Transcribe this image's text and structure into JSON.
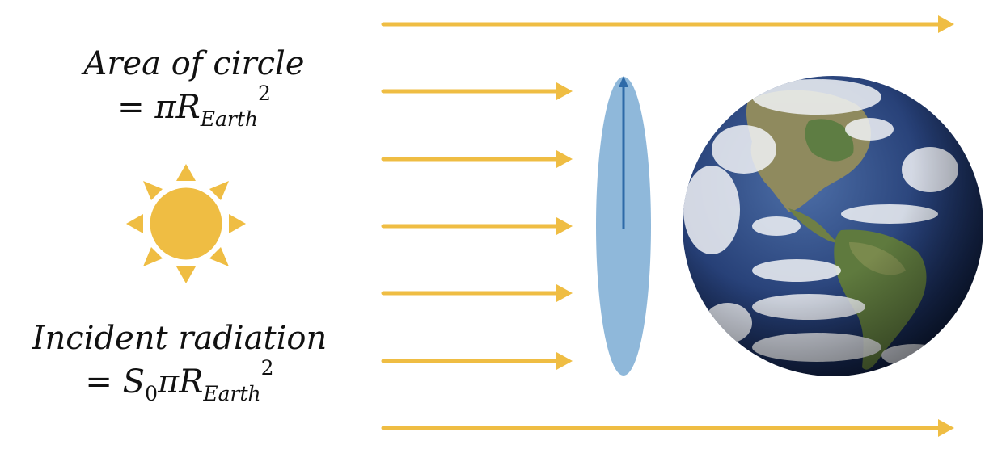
{
  "colors": {
    "ray": "#efbd43",
    "sun": "#efbd43",
    "disk": "#8fb8da",
    "disk_arrow": "#2e6aa8",
    "text": "#111111"
  },
  "area_equation": {
    "line1": "Area of circle",
    "equals": "= ",
    "pi": "π",
    "R": "R",
    "sub": "Earth",
    "sup": "2"
  },
  "incident_equation": {
    "line1": "Incident radiation",
    "equals": "= ",
    "S": "S",
    "S_sub": "0",
    "pi": "π",
    "R": "R",
    "sub": "Earth",
    "sup": "2"
  },
  "icons": [
    "sun-icon",
    "earth-globe-icon"
  ]
}
